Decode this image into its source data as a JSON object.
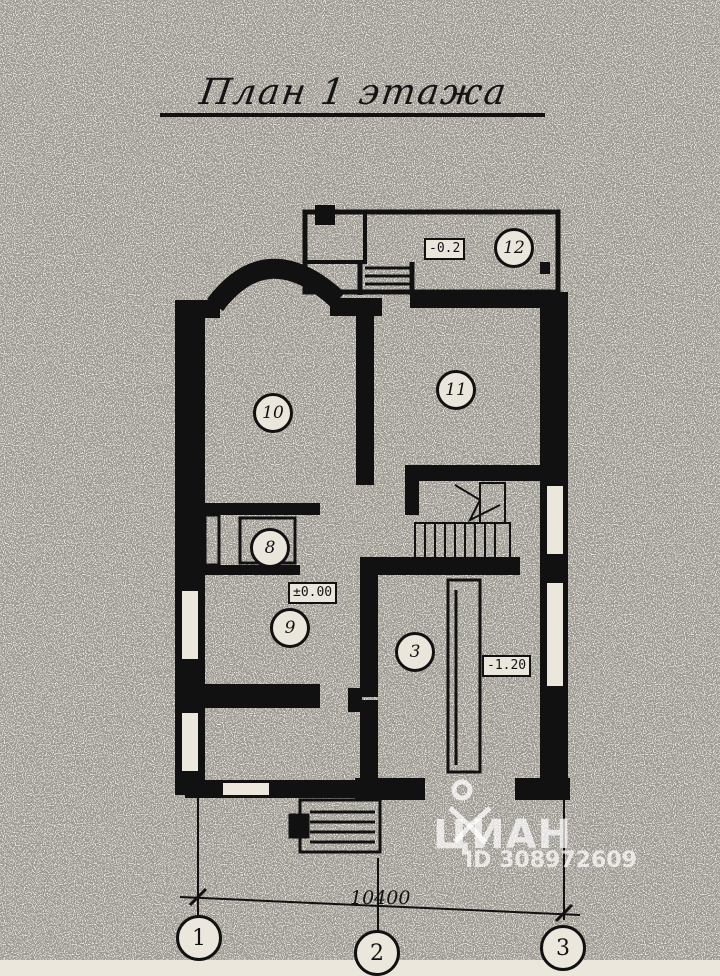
{
  "plan": {
    "title": "План 1 этажа",
    "rooms": {
      "r10": "10",
      "r11": "11",
      "r12": "12",
      "r8": "8",
      "r9": "9",
      "r3": "3"
    },
    "levels": {
      "terrace": "-0.2",
      "hall": "±0.00",
      "garage": "-1.20"
    },
    "dimension": "10400",
    "axes": [
      "1",
      "2",
      "3"
    ]
  },
  "watermark": {
    "brand": "ЦИАН",
    "id_text": "ID 308972609"
  },
  "colors": {
    "paper": "#ece7dc",
    "ink": "#111111"
  }
}
